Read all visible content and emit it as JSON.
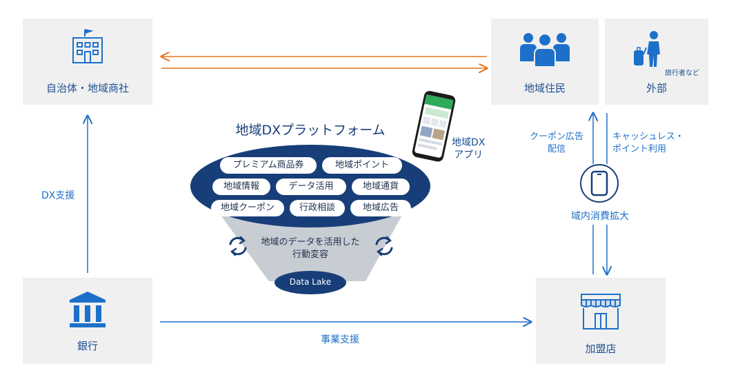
{
  "nodes": {
    "municipality": "自治体・地域商社",
    "residents": "地域住民",
    "external": "外部",
    "external_note": "旅行者など",
    "bank": "銀行",
    "merchant": "加盟店"
  },
  "edges": {
    "dx_support": "DX支援",
    "business_support": "事業支援",
    "coupon_line1": "クーポン広告",
    "coupon_line2": "配信",
    "cashless_line1": "キャッシュレス・",
    "cashless_line2": "ポイント利用",
    "consumption": "域内消費拡大"
  },
  "platform": {
    "title": "地域DXプラットフォーム",
    "app_line1": "地域DX",
    "app_line2": "アプリ",
    "services": [
      "プレミアム商品券",
      "地域ポイント",
      "地域情報",
      "データ活用",
      "地域通貨",
      "地域クーポン",
      "行政相談",
      "地域広告"
    ],
    "behavior_line1": "地域のデータを活用した",
    "behavior_line2": "行動変容",
    "data_lake": "Data Lake"
  },
  "colors": {
    "accent": "#1d70c9",
    "navy": "#173e78",
    "orange": "#e8731a",
    "box": "#f0f0f1"
  },
  "icons": [
    "building-icon",
    "people-icon",
    "traveler-icon",
    "bank-icon",
    "shop-icon",
    "smartphone-icon",
    "refresh-icon"
  ]
}
